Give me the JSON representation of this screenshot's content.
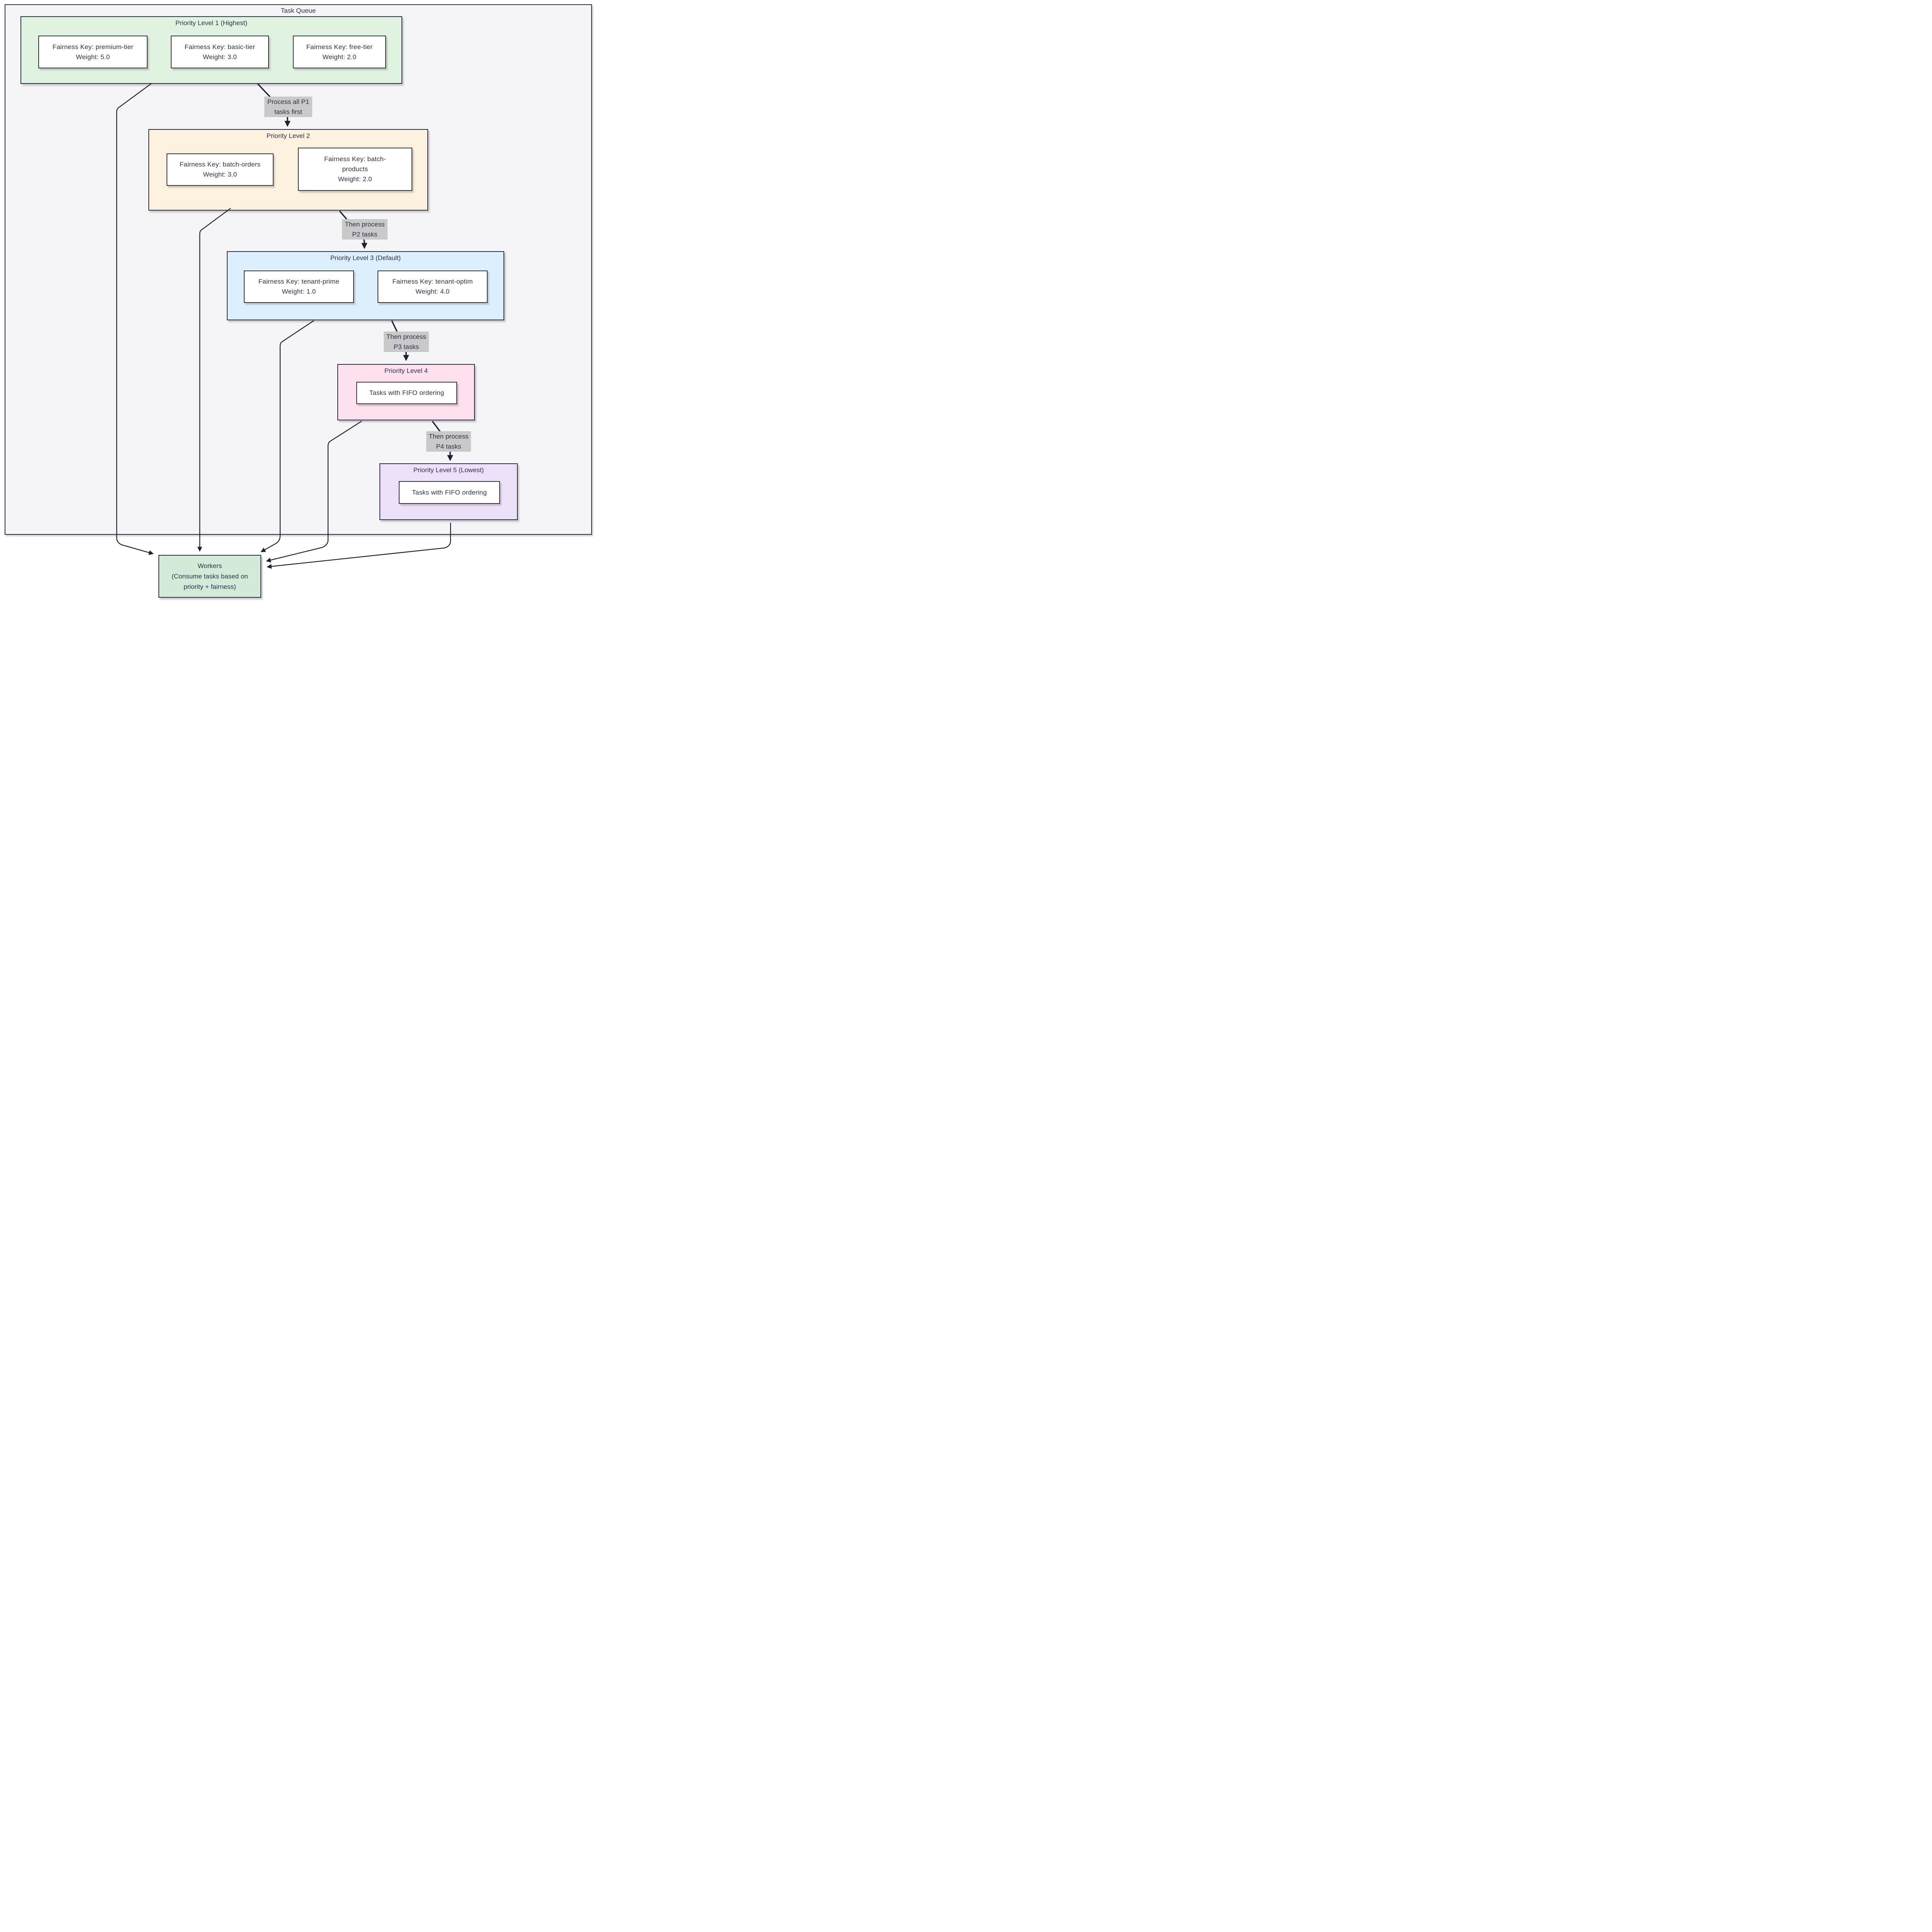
{
  "container": {
    "label": "Task Queue"
  },
  "levels": [
    {
      "title": "Priority Level 1 (Highest)",
      "fill": "#e0f3e1",
      "nodes": [
        {
          "lines": [
            "Fairness Key: premium-tier",
            "Weight: 5.0"
          ]
        },
        {
          "lines": [
            "Fairness Key: basic-tier",
            "Weight: 3.0"
          ]
        },
        {
          "lines": [
            "Fairness Key: free-tier",
            "Weight: 2.0"
          ]
        }
      ]
    },
    {
      "title": "Priority Level 2",
      "fill": "#fdf2e0",
      "nodes": [
        {
          "lines": [
            "Fairness Key: batch-orders",
            "Weight: 3.0"
          ]
        },
        {
          "lines": [
            "Fairness Key: batch-",
            "products",
            "Weight: 2.0"
          ]
        }
      ]
    },
    {
      "title": "Priority Level 3 (Default)",
      "fill": "#ddeefd",
      "nodes": [
        {
          "lines": [
            "Fairness Key: tenant-prime",
            "Weight: 1.0"
          ]
        },
        {
          "lines": [
            "Fairness Key: tenant-optim",
            "Weight: 4.0"
          ]
        }
      ]
    },
    {
      "title": "Priority Level 4",
      "fill": "#ffe0ee",
      "nodes": [
        {
          "lines": [
            "Tasks with FIFO ordering"
          ]
        }
      ]
    },
    {
      "title": "Priority Level 5 (Lowest)",
      "fill": "#ede1fa",
      "nodes": [
        {
          "lines": [
            "Tasks with FIFO ordering"
          ]
        }
      ]
    }
  ],
  "edge_labels": [
    {
      "lines": [
        "Process all P1",
        "tasks first"
      ]
    },
    {
      "lines": [
        "Then process",
        "P2 tasks"
      ]
    },
    {
      "lines": [
        "Then process",
        "P3 tasks"
      ]
    },
    {
      "lines": [
        "Then process",
        "P4 tasks"
      ]
    }
  ],
  "workers": {
    "lines": [
      "Workers",
      "(Consume tasks based on",
      "priority + fairness)"
    ]
  },
  "css_vars": {
    "--page-bg": "#ffffff",
    "--canvas-bg": "#f5f5f8",
    "--border-dark": "#2b2d42",
    "--node-border": "#333333",
    "--text-color": "#2e3048",
    "--arrow-color": "#1e2030",
    "--label-bg": "#c9c9c9",
    "--p1-fill": "#e0f3e1",
    "--p2-fill": "#fdf2e0",
    "--p3-fill": "#ddeefd",
    "--p4-fill": "#ffe0ee",
    "--p5-fill": "#ede1fa",
    "--workers-fill": "#d3ead9",
    "--shadow-color": "rgba(140,140,140,0.4)"
  }
}
